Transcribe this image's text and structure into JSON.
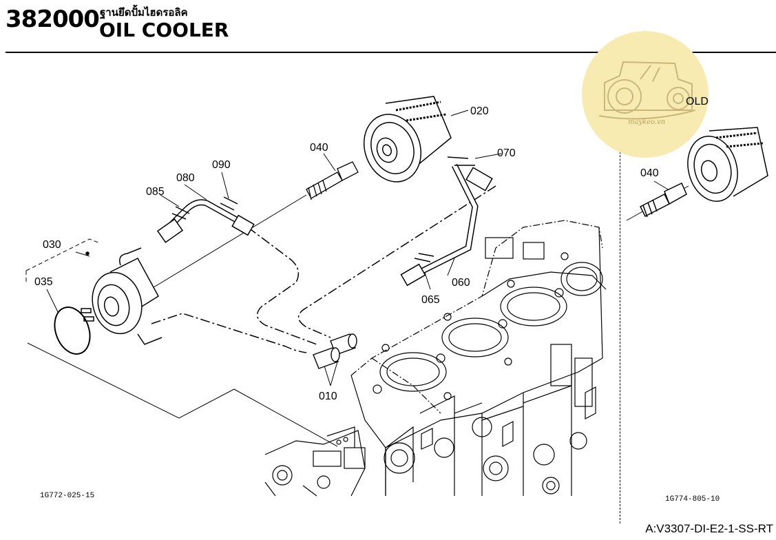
{
  "header": {
    "part_code": "382000",
    "thai_title": "ฐานยึดปั้มไฮดรอลิค",
    "english_title": "OIL COOLER"
  },
  "callouts": {
    "c010": "010",
    "c020": "020",
    "c030": "030",
    "c035": "035",
    "c040": "040",
    "c060": "060",
    "c065": "065",
    "c070": "070",
    "c080": "080",
    "c085": "085",
    "c090": "090",
    "c040_old": "040"
  },
  "old_label": "OLD",
  "figure_ids": {
    "main": "1G772-025-15",
    "inset": "1G774-805-10"
  },
  "watermark": {
    "text": "maykeo.vn",
    "color": "#f5e7a8"
  },
  "page_reference": "A:V3307-DI-E2-1-SS-RT"
}
